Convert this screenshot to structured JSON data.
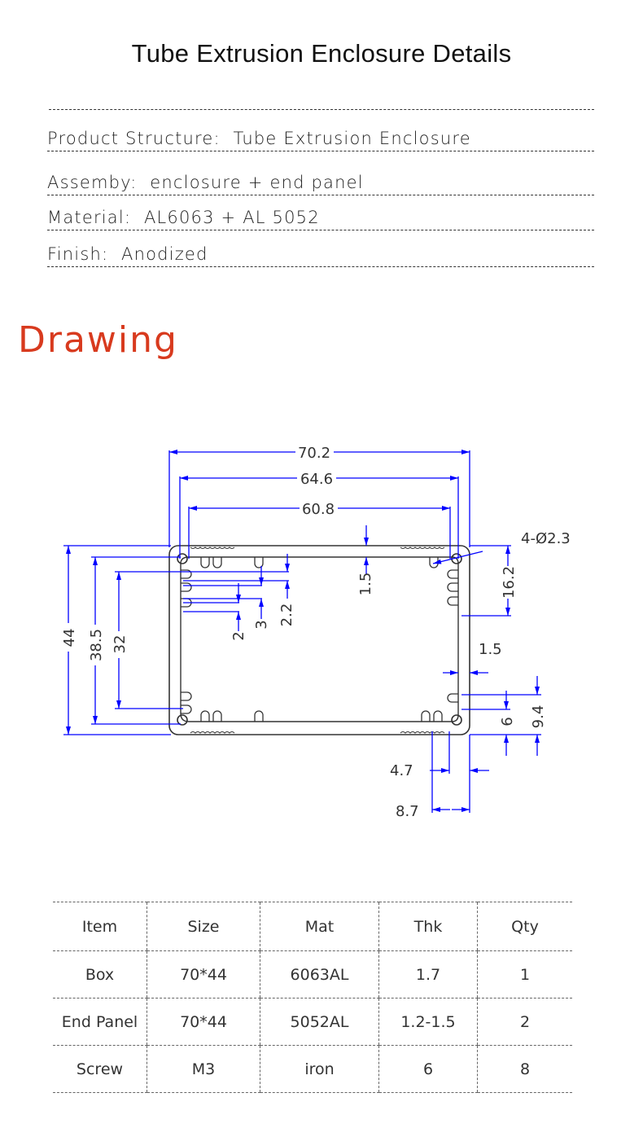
{
  "header": {
    "title": "Tube Extrusion Enclosure Details"
  },
  "specs": [
    {
      "label": "Product Structure",
      "sep": ":  ",
      "value": "Tube Extrusion Enclosure"
    },
    {
      "label": "Assemby",
      "sep": ":  ",
      "value": "enclosure + end panel"
    },
    {
      "label": "Material",
      "sep": ":  ",
      "value": "AL6063 + AL 5052"
    },
    {
      "label": "Finish",
      "sep": ":  ",
      "value": "Anodized"
    }
  ],
  "drawing": {
    "heading": "Drawing",
    "line_color": "#0000ff",
    "outline_color": "#333333",
    "dimensions": {
      "overall_width": "70.2",
      "outer_width": "64.6",
      "inner_width": "60.8",
      "overall_height": "44",
      "outer_height": "38.5",
      "inner_height": "32",
      "slot_2": "2",
      "slot_3": "3",
      "slot_2_2": "2.2",
      "top_wall": "1.5",
      "hole_callout": "4-Ø2.3",
      "side_slot_span": "16.2",
      "side_wall": "1.5",
      "corner_6": "6",
      "corner_9_4": "9.4",
      "corner_4_7": "4.7",
      "corner_8_7": "8.7"
    }
  },
  "table": {
    "headers": [
      "Item",
      "Size",
      "Mat",
      "Thk",
      "Qty"
    ],
    "rows": [
      [
        "Box",
        "70*44",
        "6063AL",
        "1.7",
        "1"
      ],
      [
        "End Panel",
        "70*44",
        "5052AL",
        "1.2-1.5",
        "2"
      ],
      [
        "Screw",
        "M3",
        "iron",
        "6",
        "8"
      ]
    ]
  }
}
